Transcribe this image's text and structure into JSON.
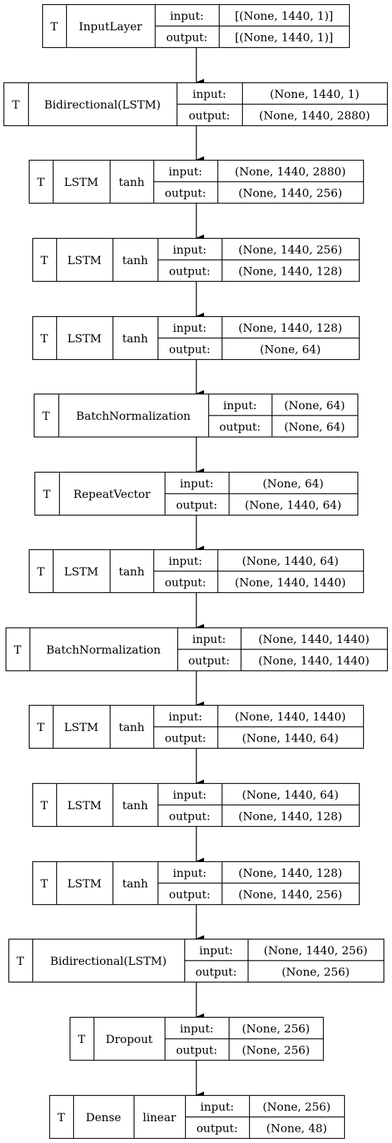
{
  "layers": [
    {
      "type_flag": "T",
      "name": "InputLayer",
      "activation": "",
      "input_label": "input:",
      "input_value": "[(None, 1440, 1)]",
      "output_label": "output:",
      "output_value": "[(None, 1440, 1)]"
    },
    {
      "type_flag": "T",
      "name": "Bidirectional(LSTM)",
      "activation": "",
      "input_label": "input:",
      "input_value": "(None, 1440, 1)",
      "output_label": "output:",
      "output_value": "(None, 1440, 2880)"
    },
    {
      "type_flag": "T",
      "name": "LSTM",
      "activation": "tanh",
      "input_label": "input:",
      "input_value": "(None, 1440, 2880)",
      "output_label": "output:",
      "output_value": "(None, 1440, 256)"
    },
    {
      "type_flag": "T",
      "name": "LSTM",
      "activation": "tanh",
      "input_label": "input:",
      "input_value": "(None, 1440, 256)",
      "output_label": "output:",
      "output_value": "(None, 1440, 128)"
    },
    {
      "type_flag": "T",
      "name": "LSTM",
      "activation": "tanh",
      "input_label": "input:",
      "input_value": "(None, 1440, 128)",
      "output_label": "output:",
      "output_value": "(None, 64)"
    },
    {
      "type_flag": "T",
      "name": "BatchNormalization",
      "activation": "",
      "input_label": "input:",
      "input_value": "(None, 64)",
      "output_label": "output:",
      "output_value": "(None, 64)"
    },
    {
      "type_flag": "T",
      "name": "RepeatVector",
      "activation": "",
      "input_label": "input:",
      "input_value": "(None, 64)",
      "output_label": "output:",
      "output_value": "(None, 1440, 64)"
    },
    {
      "type_flag": "T",
      "name": "LSTM",
      "activation": "tanh",
      "input_label": "input:",
      "input_value": "(None, 1440, 64)",
      "output_label": "output:",
      "output_value": "(None, 1440, 1440)"
    },
    {
      "type_flag": "T",
      "name": "BatchNormalization",
      "activation": "",
      "input_label": "input:",
      "input_value": "(None, 1440, 1440)",
      "output_label": "output:",
      "output_value": "(None, 1440, 1440)"
    },
    {
      "type_flag": "T",
      "name": "LSTM",
      "activation": "tanh",
      "input_label": "input:",
      "input_value": "(None, 1440, 1440)",
      "output_label": "output:",
      "output_value": "(None, 1440, 64)"
    },
    {
      "type_flag": "T",
      "name": "LSTM",
      "activation": "tanh",
      "input_label": "input:",
      "input_value": "(None, 1440, 64)",
      "output_label": "output:",
      "output_value": "(None, 1440, 128)"
    },
    {
      "type_flag": "T",
      "name": "LSTM",
      "activation": "tanh",
      "input_label": "input:",
      "input_value": "(None, 1440, 128)",
      "output_label": "output:",
      "output_value": "(None, 1440, 256)"
    },
    {
      "type_flag": "T",
      "name": "Bidirectional(LSTM)",
      "activation": "",
      "input_label": "input:",
      "input_value": "(None, 1440, 256)",
      "output_label": "output:",
      "output_value": "(None, 256)"
    },
    {
      "type_flag": "T",
      "name": "Dropout",
      "activation": "",
      "input_label": "input:",
      "input_value": "(None, 256)",
      "output_label": "output:",
      "output_value": "(None, 256)"
    },
    {
      "type_flag": "T",
      "name": "Dense",
      "activation": "linear",
      "input_label": "input:",
      "input_value": "(None, 256)",
      "output_label": "output:",
      "output_value": "(None, 48)"
    }
  ],
  "colors": {
    "stroke": "#000000",
    "fill": "#ffffff",
    "text": "#000000"
  }
}
